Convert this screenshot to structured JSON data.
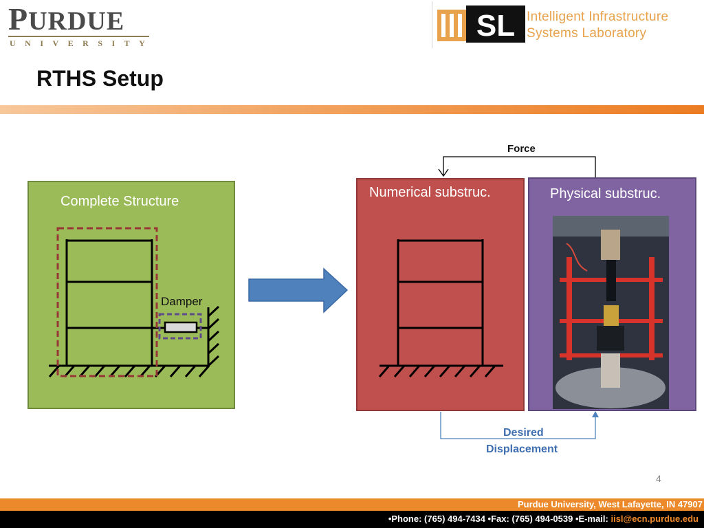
{
  "header": {
    "purdue_word_first": "P",
    "purdue_word_rest": "URDUE",
    "purdue_subtitle": "UNIVERSITY",
    "iisl_mark": "SL",
    "iisl_lab_line1": "Intelligent Infrastructure",
    "iisl_lab_line2": "Systems Laboratory"
  },
  "slide": {
    "title": "RTHS Setup",
    "page_number": "4"
  },
  "diagram": {
    "complete_structure": "Complete Structure",
    "damper": "Damper",
    "numerical": "Numerical substruc.",
    "physical": "Physical substruc.",
    "force": "Force",
    "desired_line1": "Desired",
    "desired_line2": "Displacement"
  },
  "footer": {
    "address": "Purdue University, West Lafayette, IN 47907",
    "contact": "•Phone: (765) 494-7434 •Fax: (765) 494-0539 •E-mail: ",
    "email": "iisl@ecn.purdue.edu"
  },
  "colors": {
    "orange_accent": "#ec7c22",
    "complete_panel": "#9bbb59",
    "numerical_panel": "#c0504d",
    "physical_panel": "#8064a2",
    "arrow_blue": "#4f81bd"
  }
}
